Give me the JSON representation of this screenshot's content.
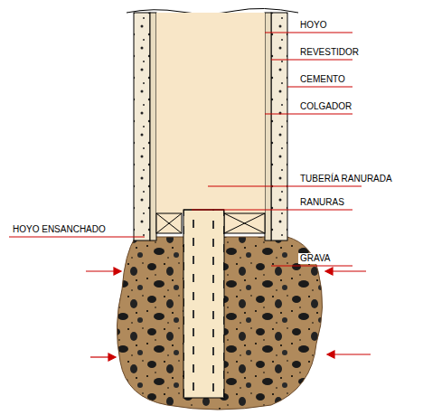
{
  "diagram": {
    "labels": [
      "HOYO",
      "REVESTIDOR",
      "CEMENTO",
      "COLGADOR",
      "TUBERÍA RANURADA",
      "RANURAS",
      "GRAVA",
      "HOYO ENSANCHADO"
    ]
  }
}
